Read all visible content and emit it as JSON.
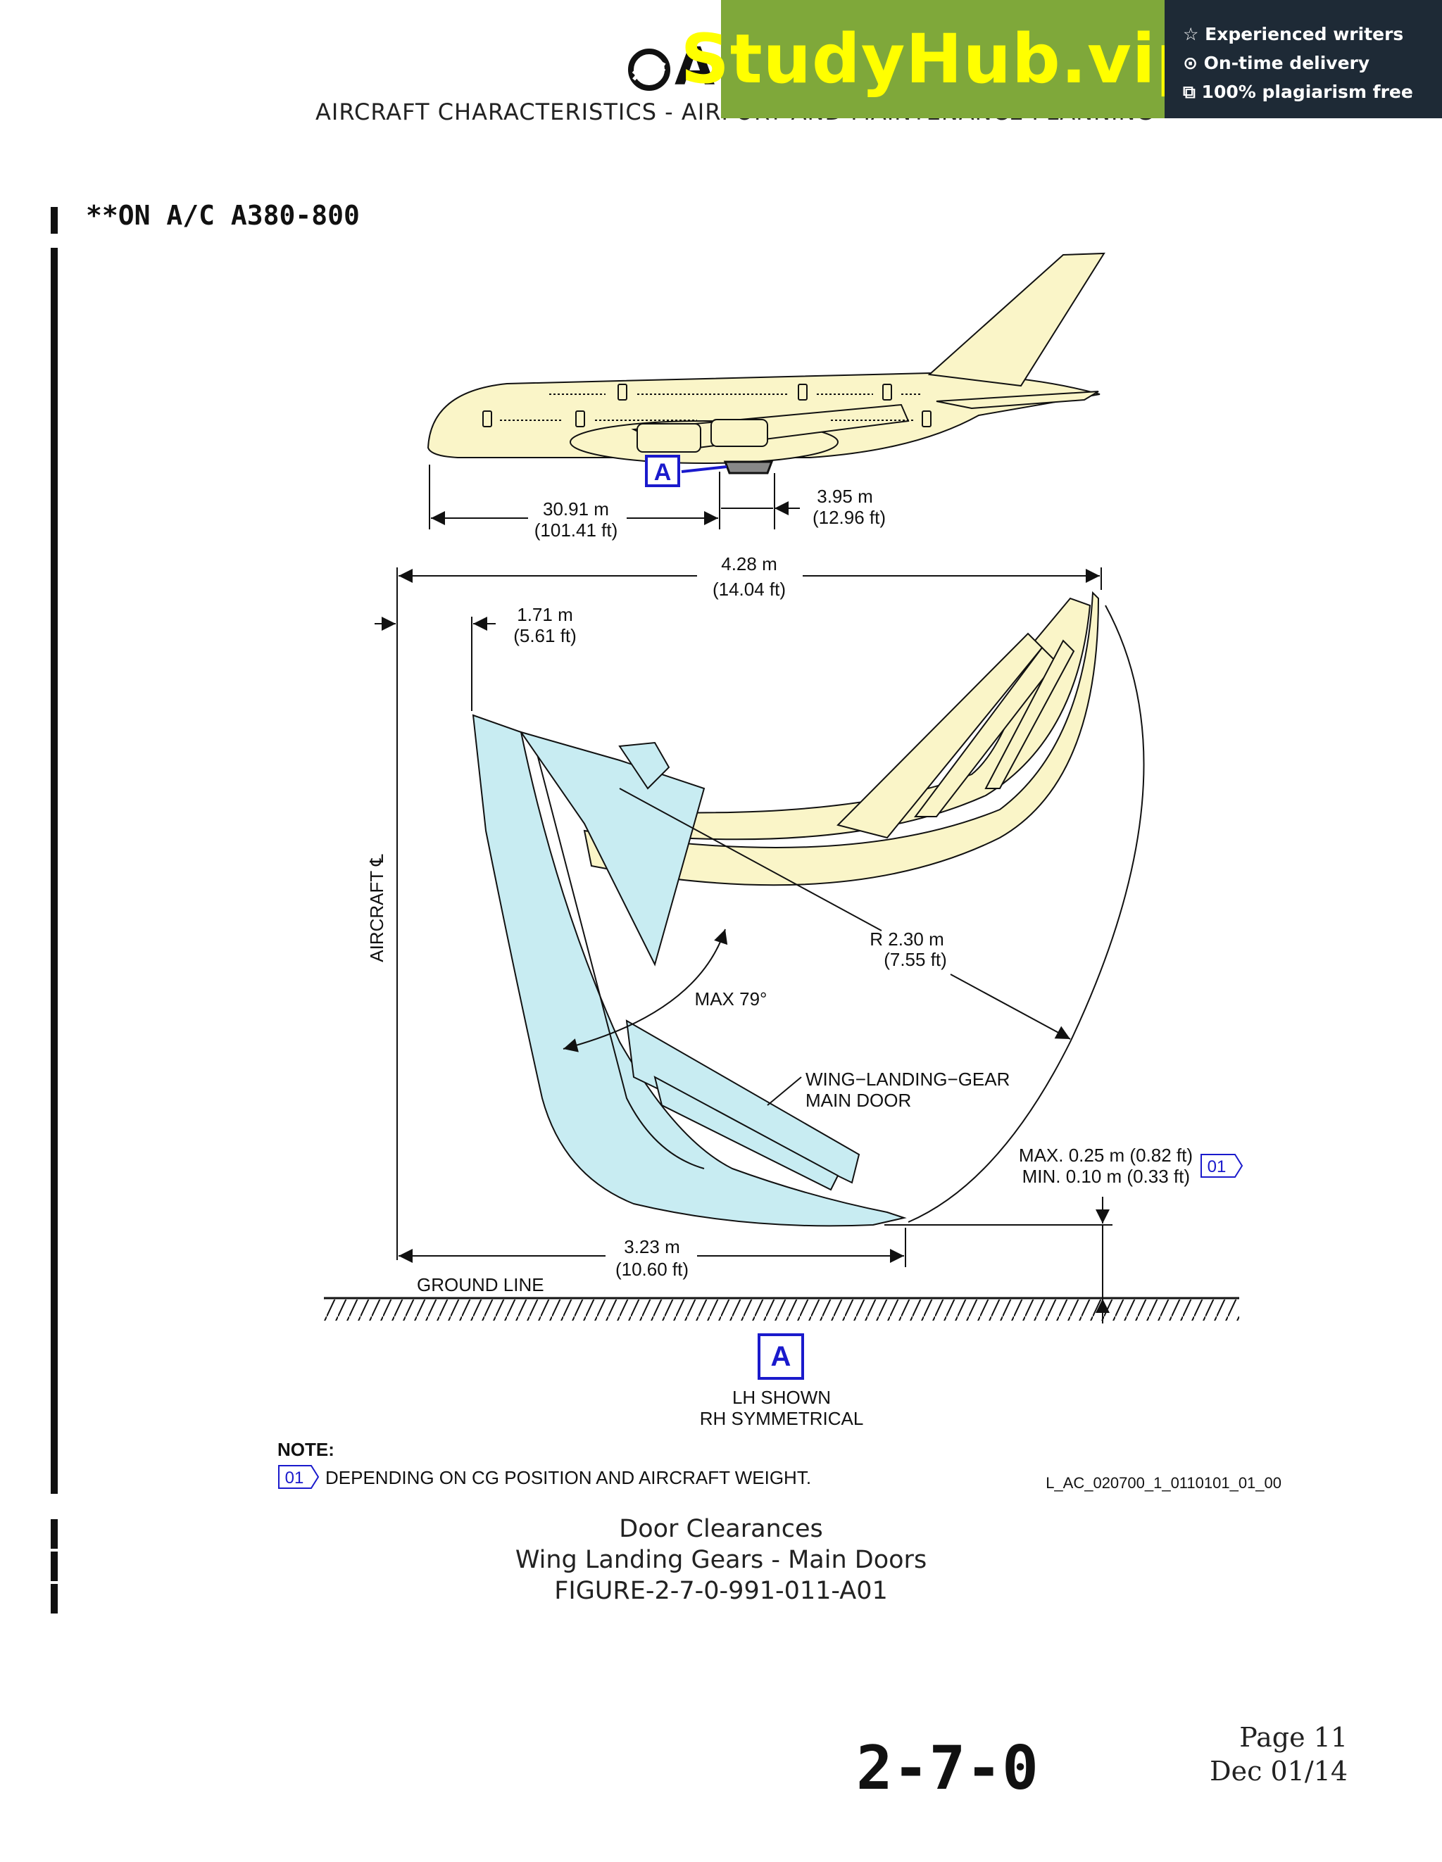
{
  "header": {
    "logo_text": "AIRBUS",
    "subtitle": "AIRCRAFT CHARACTERISTICS - AIRPORT AND MAINTENANCE PLANNING"
  },
  "banner": {
    "brand": "StudyHub.vip",
    "features": [
      "☆ Experienced writers",
      "⊙ On-time delivery",
      "⧉ 100% plagiarism free"
    ],
    "colors": {
      "green": "#7fa83a",
      "dark": "#1e2a36",
      "brand_text": "#ffff00"
    }
  },
  "effectivity": "**ON A/C A380-800",
  "diagram": {
    "dim_fwd_m": "30.91 m",
    "dim_fwd_ft": "(101.41 ft)",
    "dim_door_m": "3.95 m",
    "dim_door_ft": "(12.96 ft)",
    "dim_span_m": "4.28 m",
    "dim_span_ft": "(14.04 ft)",
    "dim_offset_m": "1.71 m",
    "dim_offset_ft": "(5.61 ft)",
    "aircraft_cl": "AIRCRAFT ℄",
    "radius_m": "R 2.30 m",
    "radius_ft": "(7.55 ft)",
    "max_angle": "MAX 79°",
    "door_label_1": "WING−LANDING−GEAR",
    "door_label_2": "MAIN DOOR",
    "clear_max": "MAX. 0.25 m (0.82 ft)",
    "clear_min": "MIN. 0.10 m (0.33 ft)",
    "note_ref": "01",
    "dim_base_m": "3.23 m",
    "dim_base_ft": "(10.60 ft)",
    "ground_line": "GROUND LINE",
    "view_label": "A",
    "lh_shown": "LH SHOWN",
    "rh_sym": "RH SYMMETRICAL",
    "note_title": "NOTE:",
    "note_text": "DEPENDING ON CG POSITION AND AIRCRAFT WEIGHT.",
    "drawing_id": "L_AC_020700_1_0110101_01_00",
    "colors": {
      "fuselage": "#faf5c8",
      "door": "#c8ecf2",
      "callout": "#1a1acc"
    }
  },
  "caption": {
    "line1": "Door Clearances",
    "line2": "Wing Landing Gears - Main Doors",
    "line3": "FIGURE-2-7-0-991-011-A01"
  },
  "footer": {
    "section": "2-7-0",
    "page": "Page 11",
    "date": "Dec 01/14"
  }
}
